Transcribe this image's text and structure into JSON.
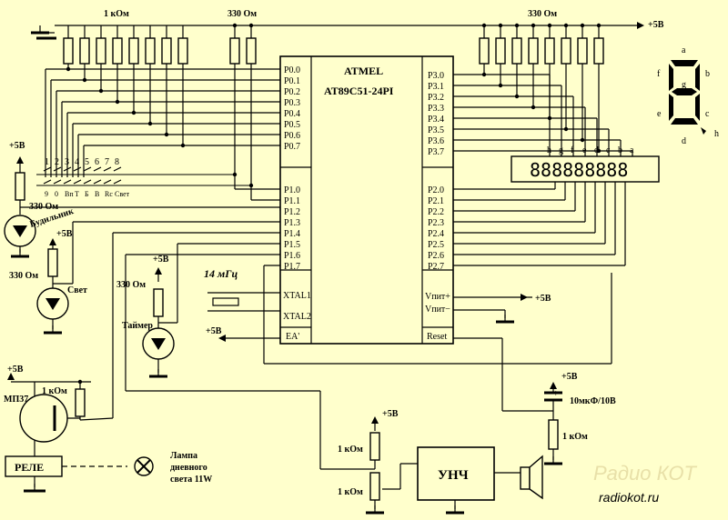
{
  "top_labels": {
    "res_1k": "1 кОм",
    "res_330_mid": "330 Ом",
    "res_330_right": "330 Ом",
    "vcc_top": "+5В"
  },
  "chip": {
    "maker": "ATMEL",
    "part": "AT89C51-24PI",
    "p0": [
      "P0.0",
      "P0.1",
      "P0.2",
      "P0.3",
      "P0.4",
      "P0.5",
      "P0.6",
      "P0.7"
    ],
    "p1": [
      "P1.0",
      "P1.1",
      "P1.2",
      "P1.3",
      "P1.4",
      "P1.5",
      "P1.6",
      "P1.7"
    ],
    "p3": [
      "P3.0",
      "P3.1",
      "P3.2",
      "P3.3",
      "P3.4",
      "P3.5",
      "P3.6",
      "P3.7"
    ],
    "p2": [
      "P2.0",
      "P2.1",
      "P2.2",
      "P2.3",
      "P2.4",
      "P2.5",
      "P2.6",
      "P2.7"
    ],
    "xtal1": "XTAL1",
    "xtal2": "XTAL2",
    "ea": "EA'",
    "vcc_plus": "Vпит+",
    "vcc_minus": "Vпит−",
    "reset": "Reset"
  },
  "keyboard": {
    "top": [
      "1",
      "2",
      "3",
      "4",
      "5",
      "6",
      "7",
      "8"
    ],
    "bottom": [
      "9",
      "0",
      "Вп",
      "Т",
      "Б",
      "В",
      "Rc",
      "Свет"
    ]
  },
  "segments": {
    "a": "a",
    "b": "b",
    "c": "c",
    "d": "d",
    "e": "e",
    "f": "f",
    "g": "g",
    "h": "h"
  },
  "display": {
    "text": "888888888",
    "pins": [
      "h",
      "g",
      "f",
      "e",
      "d",
      "c",
      "b",
      "a"
    ]
  },
  "left": {
    "vcc1": "+5В",
    "r1": "330 Ом",
    "led1": "Будильник",
    "vcc2": "+5В",
    "r2": "330 Ом",
    "led2": "Свет",
    "vcc3": "+5В",
    "r3": "330 Ом",
    "led3": "Таймер",
    "vcc_ea": "+5В",
    "xtal": "14 мГц"
  },
  "bottom_left": {
    "vcc": "+5В",
    "transistor": "МП37",
    "r": "1 кОм",
    "relay": "РЕЛЕ",
    "lamp": "Лампа\nдневного\nсвета 11W"
  },
  "bottom_right": {
    "vcc_chip": "+5В",
    "vcc_cap": "+5В",
    "cap": "10мкФ/10В",
    "r_reset": "1 кОм",
    "vcc_pot": "+5В",
    "r_pot1": "1 кОм",
    "r_pot2": "1 кОм",
    "amp": "УНЧ",
    "plus": "+"
  },
  "watermark": {
    "name": "Радио КОТ",
    "url": "radiokot.ru"
  }
}
